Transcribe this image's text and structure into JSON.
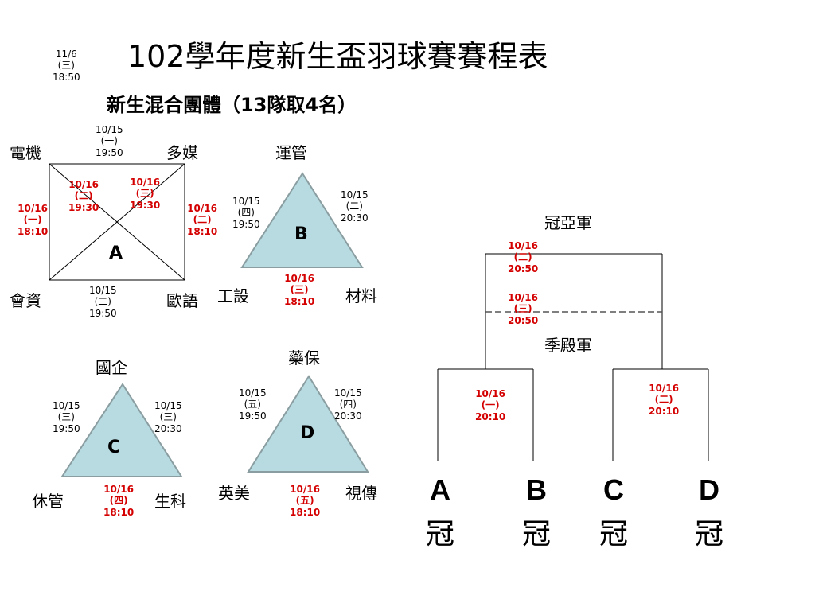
{
  "header": {
    "title": "102學年度新生盃羽球賽賽程表",
    "subtitle": "新生混合團體（13隊取4名）",
    "corner_schedule": [
      "11/6",
      "(三)",
      "18:50"
    ]
  },
  "groups": {
    "A": {
      "label": "A",
      "teams": [
        "電機",
        "多媒",
        "會資",
        "歐語"
      ],
      "sched_top": [
        "10/15",
        "(一)",
        "19:50"
      ],
      "sched_bottom": [
        "10/15",
        "(二)",
        "19:50"
      ],
      "sched_left": [
        "10/16",
        "(一)",
        "18:10"
      ],
      "sched_right": [
        "10/16",
        "(二)",
        "18:10"
      ],
      "sched_diag1": [
        "10/16",
        "(二)",
        "19:30"
      ],
      "sched_diag2": [
        "10/16",
        "(三)",
        "19:30"
      ]
    },
    "B": {
      "label": "B",
      "teams": [
        "運管",
        "工設",
        "材料"
      ],
      "sched_left": [
        "10/15",
        "(四)",
        "19:50"
      ],
      "sched_right": [
        "10/15",
        "(二)",
        "20:30"
      ],
      "sched_bottom": [
        "10/16",
        "(三)",
        "18:10"
      ]
    },
    "C": {
      "label": "C",
      "teams": [
        "國企",
        "休管",
        "生科"
      ],
      "sched_left": [
        "10/15",
        "(三)",
        "19:50"
      ],
      "sched_right": [
        "10/15",
        "(三)",
        "20:30"
      ],
      "sched_bottom": [
        "10/16",
        "(四)",
        "18:10"
      ]
    },
    "D": {
      "label": "D",
      "teams": [
        "藥保",
        "英美",
        "視傳"
      ],
      "sched_left": [
        "10/15",
        "(五)",
        "19:50"
      ],
      "sched_right": [
        "10/15",
        "(四)",
        "20:30"
      ],
      "sched_bottom": [
        "10/16",
        "(五)",
        "18:10"
      ]
    }
  },
  "bracket": {
    "champion_label": "冠亞軍",
    "third_label": "季殿軍",
    "final_sched": [
      "10/16",
      "(二)",
      "20:50"
    ],
    "third_sched": [
      "10/16",
      "(三)",
      "20:50"
    ],
    "semi1_sched": [
      "10/16",
      "(一)",
      "20:10"
    ],
    "semi2_sched": [
      "10/16",
      "(二)",
      "20:10"
    ],
    "seeds": [
      {
        "letter": "A",
        "suffix": "冠"
      },
      {
        "letter": "B",
        "suffix": "冠"
      },
      {
        "letter": "C",
        "suffix": "冠"
      },
      {
        "letter": "D",
        "suffix": "冠"
      }
    ]
  },
  "colors": {
    "triangle_fill": "#b7dbe0",
    "triangle_stroke": "#8a9ea2",
    "schedule_red": "#d40000"
  }
}
